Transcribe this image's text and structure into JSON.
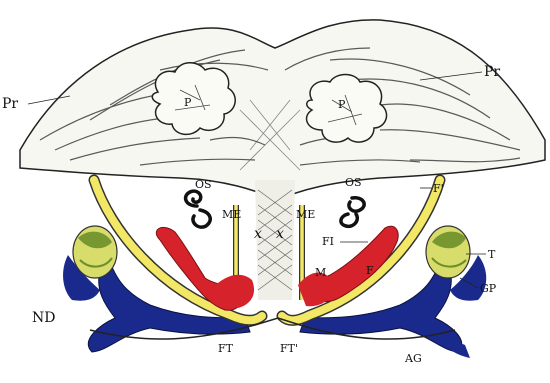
{
  "colors": {
    "paper": "#ffffff",
    "ink": "#111111",
    "yellow": "#f2e866",
    "red": "#d6222b",
    "blue": "#1a2a8c",
    "green": "#6d8f2a"
  },
  "labels": {
    "pr_left": "Pr",
    "pr_right": "Pr",
    "p_left": "P",
    "p_right": "P",
    "os_left": "OS",
    "os_right": "OS",
    "me_left": "ME",
    "me_right": "ME",
    "x_left": "x",
    "x_right": "x",
    "f_prime": "F'",
    "fi": "FI",
    "m": "M",
    "f": "F",
    "t": "T",
    "gp": "GP",
    "nd": "ND",
    "ft_left": "FT",
    "ft_right": "FT'",
    "ag": "AG"
  }
}
